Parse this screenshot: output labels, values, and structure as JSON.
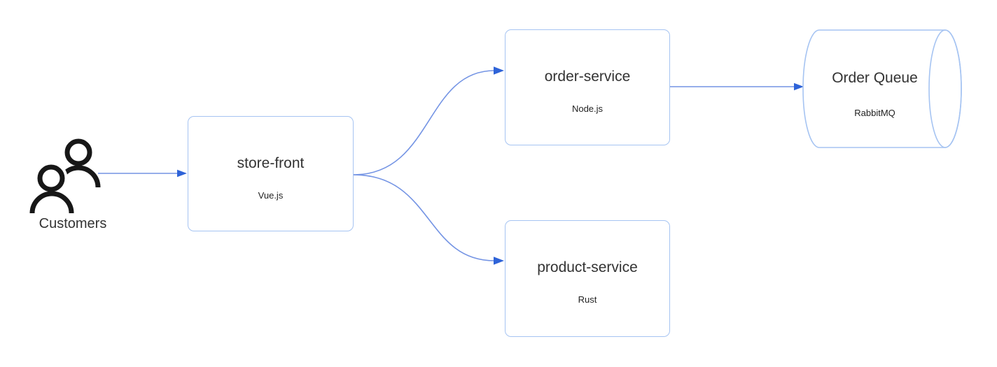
{
  "diagram": {
    "type": "architecture-flow",
    "background": "#ffffff",
    "nodes": {
      "customers": {
        "label": "Customers",
        "icon": "people-icon",
        "shape": "icon"
      },
      "store_front": {
        "title": "store-front",
        "subtitle": "Vue.js",
        "shape": "rounded-rectangle"
      },
      "order_service": {
        "title": "order-service",
        "subtitle": "Node.js",
        "shape": "rounded-rectangle"
      },
      "product_service": {
        "title": "product-service",
        "subtitle": "Rust",
        "shape": "rounded-rectangle"
      },
      "order_queue": {
        "title": "Order Queue",
        "subtitle": "RabbitMQ",
        "shape": "horizontal-cylinder"
      }
    },
    "edges": [
      {
        "from": "customers",
        "to": "store_front",
        "style": "straight-arrow"
      },
      {
        "from": "store_front",
        "to": "order_service",
        "style": "curved-arrow"
      },
      {
        "from": "store_front",
        "to": "product_service",
        "style": "curved-arrow"
      },
      {
        "from": "order_service",
        "to": "order_queue",
        "style": "straight-arrow"
      }
    ],
    "colors": {
      "node_border": "#a6c4f2",
      "edge_line": "#7494e4",
      "edge_arrowhead": "#2e63d8",
      "title_text": "#333333",
      "subtitle_text": "#1f1f1f",
      "icon": "#171717"
    }
  }
}
